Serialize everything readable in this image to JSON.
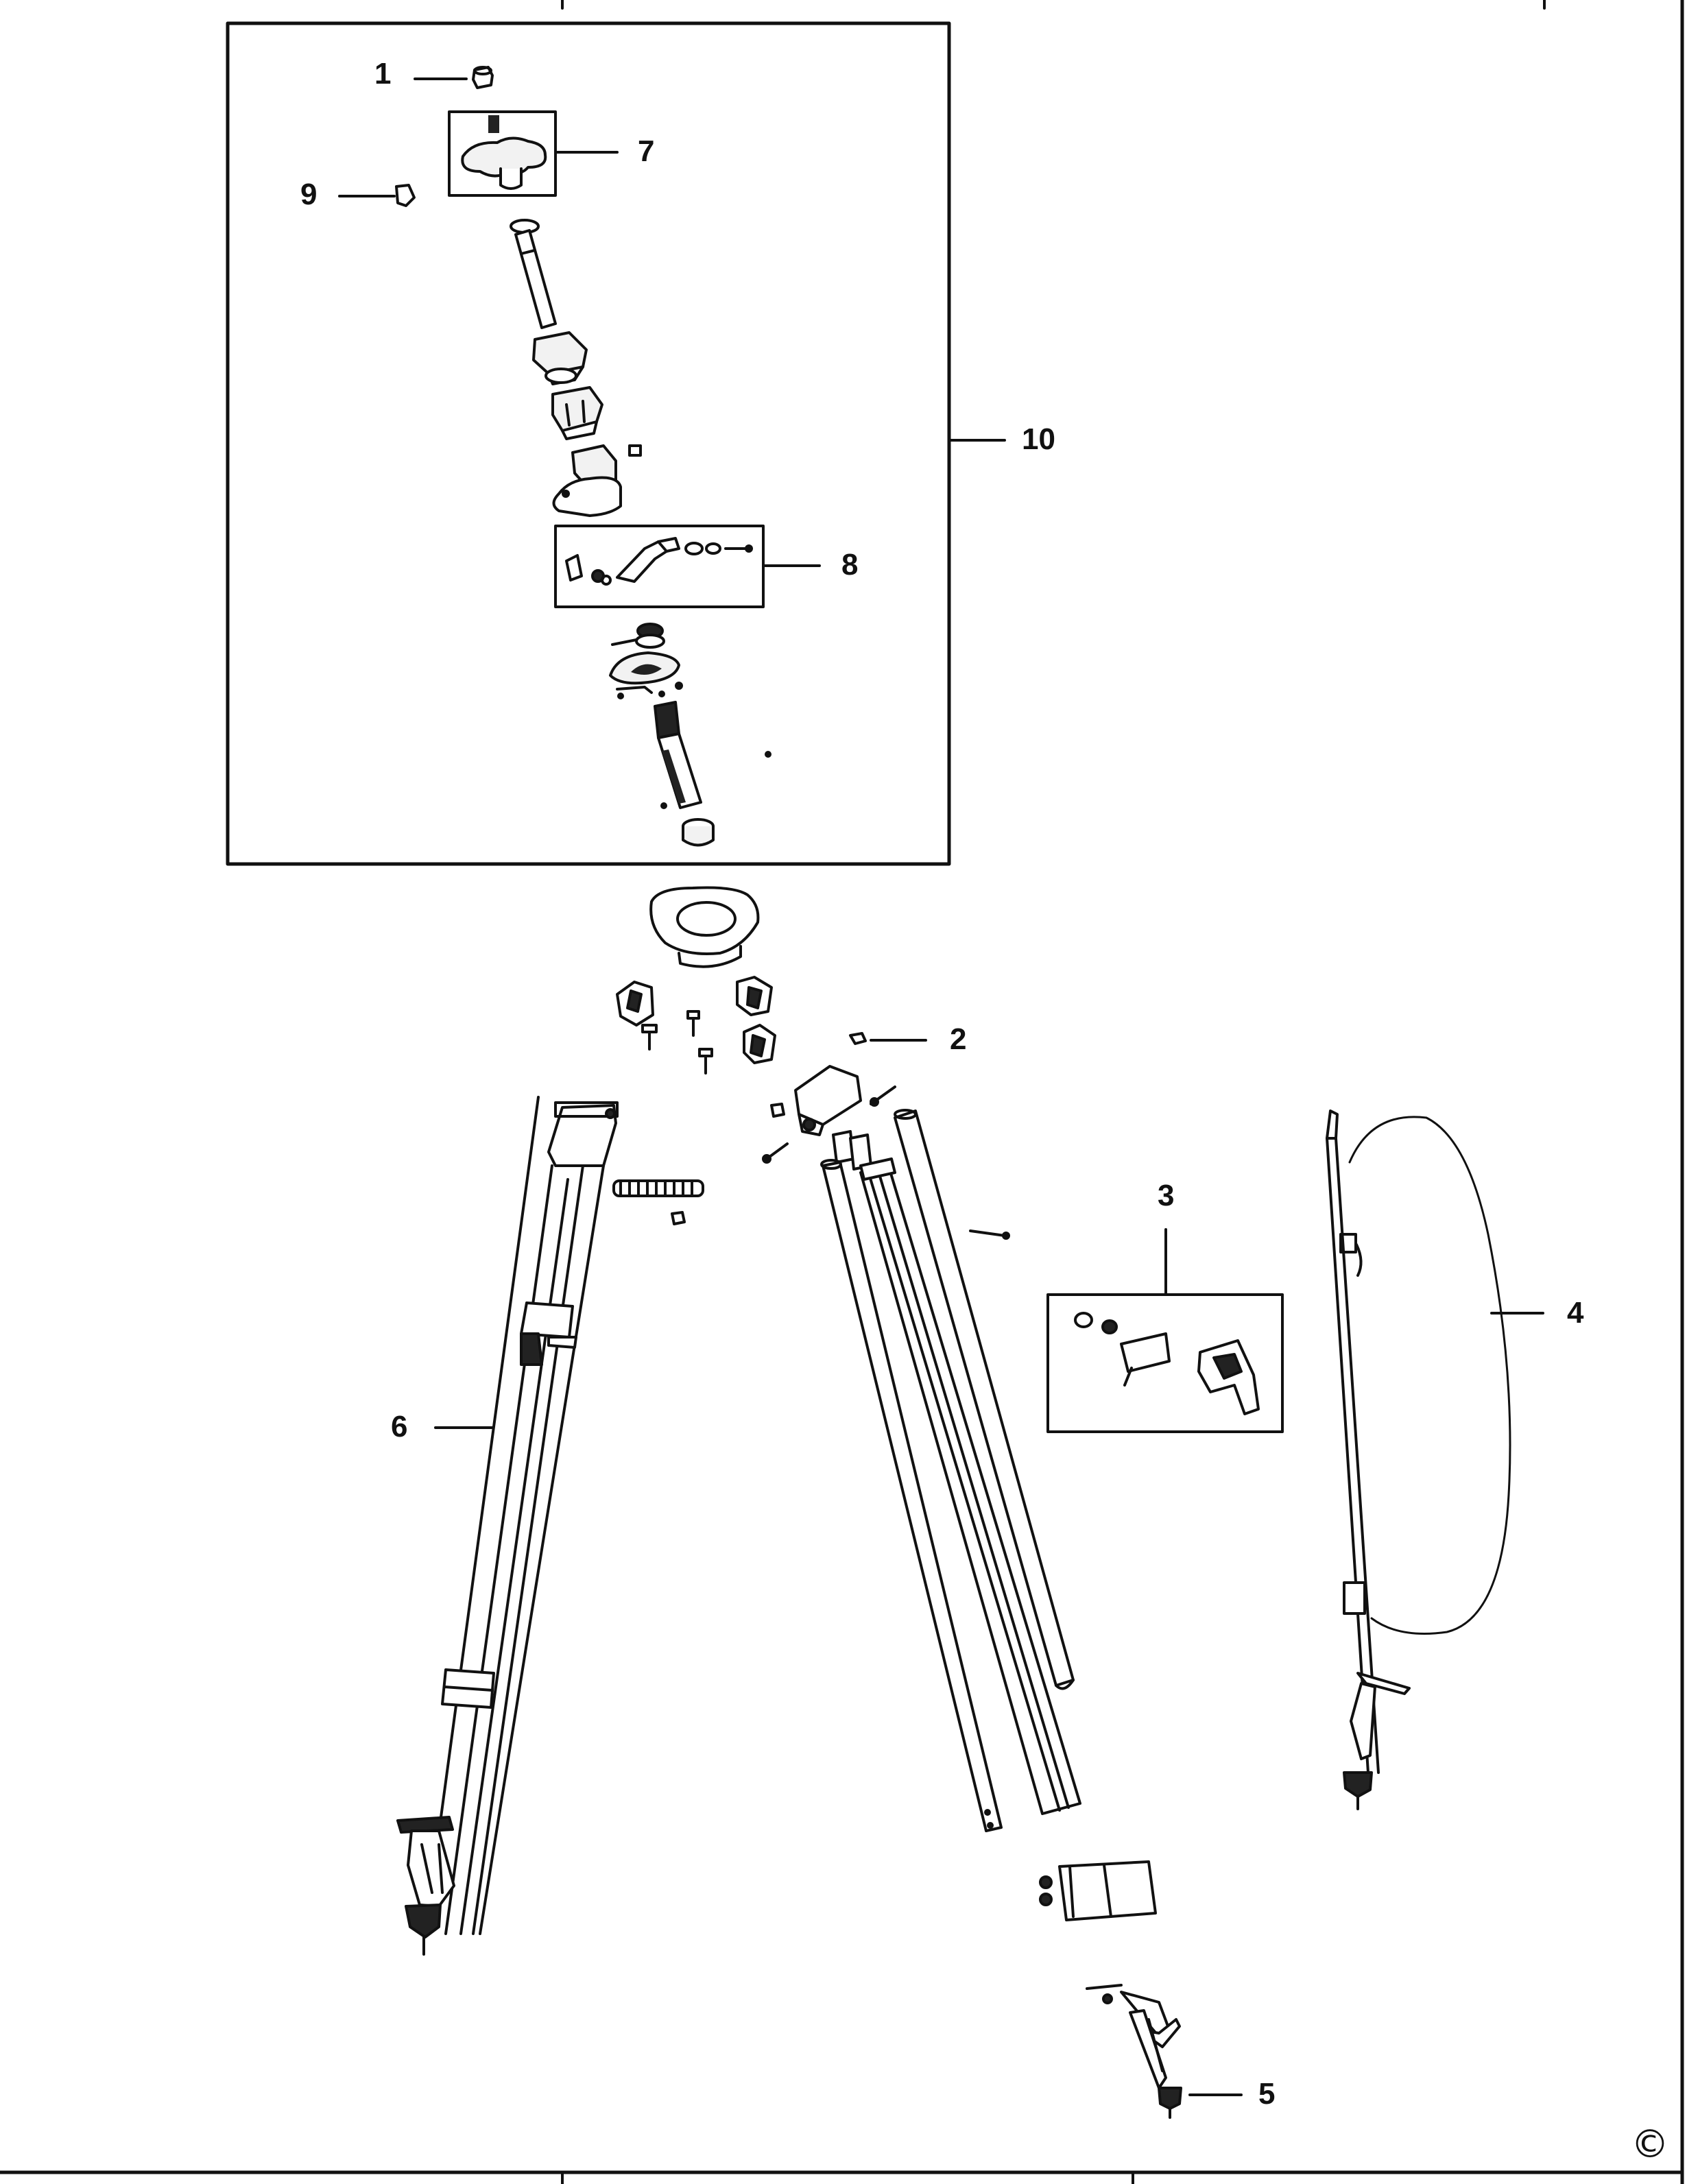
{
  "callouts": {
    "c1": "1",
    "c2": "2",
    "c3": "3",
    "c4": "4",
    "c5": "5",
    "c6": "6",
    "c7": "7",
    "c8": "8",
    "c9": "9",
    "c10": "10"
  },
  "copyright_symbol": "©",
  "colors": {
    "ink": "#111111",
    "paper": "#ffffff",
    "part_fill": "#f2f2f2",
    "dark_part": "#222222"
  }
}
